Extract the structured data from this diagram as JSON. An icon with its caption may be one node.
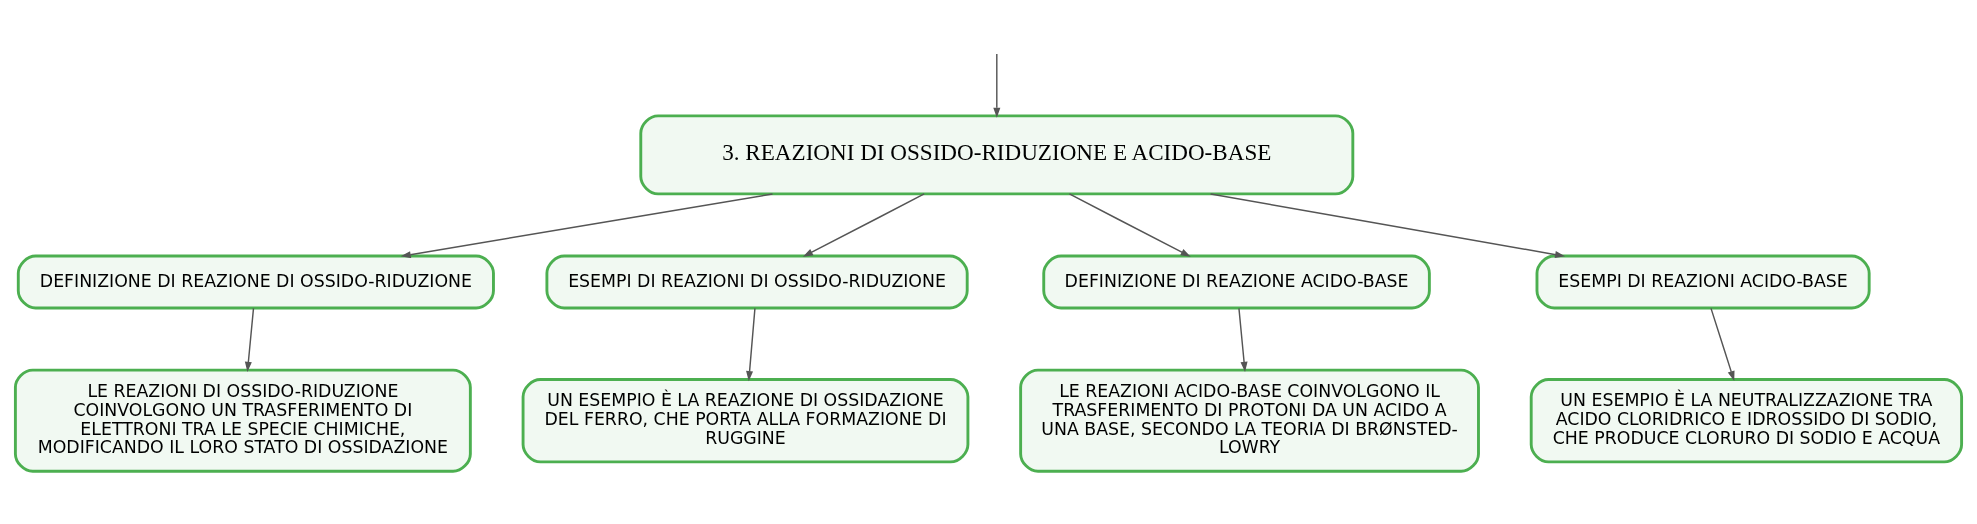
{
  "diagram": {
    "nodes": [
      {
        "text": [
          "3. REAZIONI DI OSSIDO-RIDUZIONE E ACIDO-BASE"
        ]
      },
      {
        "text": [
          "DEFINIZIONE DI REAZIONE DI OSSIDO-RIDUZIONE"
        ]
      },
      {
        "text": [
          "ESEMPI DI REAZIONI DI OSSIDO-RIDUZIONE"
        ]
      },
      {
        "text": [
          "DEFINIZIONE DI REAZIONE ACIDO-BASE"
        ]
      },
      {
        "text": [
          "ESEMPI DI REAZIONI ACIDO-BASE"
        ]
      },
      {
        "text": [
          "LE REAZIONI DI OSSIDO-RIDUZIONE COINVOLGONO UN TRASFERIMENTO DI ELETTRONI TRA LE SPECIE CHIMICHE, MODIFICANDO IL LORO STATO DI OSSIDAZIONE"
        ]
      },
      {
        "text": [
          "UN ESEMPIO È LA REAZIONE DI OSSIDAZIONE DEL FERRO, CHE PORTA ALLA FORMAZIONE DI RUGGINE"
        ]
      },
      {
        "text": [
          "LE REAZIONI ACIDO-BASE COINVOLGONO IL TRASFERIMENTO DI PROTONI DA UN ACIDO A UNA BASE, SECONDO LA TEORIA DI BRØNSTED-LOWRY"
        ]
      },
      {
        "text": [
          "UN ESEMPIO È LA NEUTRALIZZAZIONE TRA ACIDO CLORIDRICO E IDROSSIDO DI SODIO, CHE PRODUCE CLORURO DI SODIO E ACQUA"
        ]
      }
    ],
    "edges": [
      {
        "from": null,
        "to": 0,
        "arrow": "to"
      },
      {
        "from": 0,
        "to": 1,
        "arrow": "to"
      },
      {
        "from": 0,
        "to": 2,
        "arrow": "to"
      },
      {
        "from": 0,
        "to": 3,
        "arrow": "to"
      },
      {
        "from": 0,
        "to": 4,
        "arrow": "to"
      },
      {
        "from": 1,
        "to": 5,
        "arrow": "to"
      },
      {
        "from": 2,
        "to": 6,
        "arrow": "to"
      },
      {
        "from": 3,
        "to": 7,
        "arrow": "to"
      },
      {
        "from": 4,
        "to": 8,
        "arrow": "to"
      }
    ]
  }
}
